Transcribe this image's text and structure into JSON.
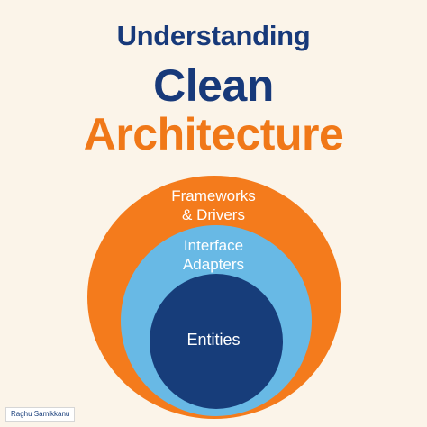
{
  "title": {
    "line1": "Understanding",
    "line2": "Clean",
    "line3": "Architecture"
  },
  "layers": {
    "outer": {
      "line1": "Frameworks",
      "line2": "& Drivers",
      "color": "#f47b1c"
    },
    "middle": {
      "line1": "Interface",
      "line2": "Adapters",
      "color": "#68b9e5"
    },
    "inner": {
      "label": "Entities",
      "color": "#173d7a"
    }
  },
  "colors": {
    "background": "#fbf4e9",
    "title_primary": "#17397a",
    "title_accent": "#f07818"
  },
  "author": "Raghu Samikkanu"
}
